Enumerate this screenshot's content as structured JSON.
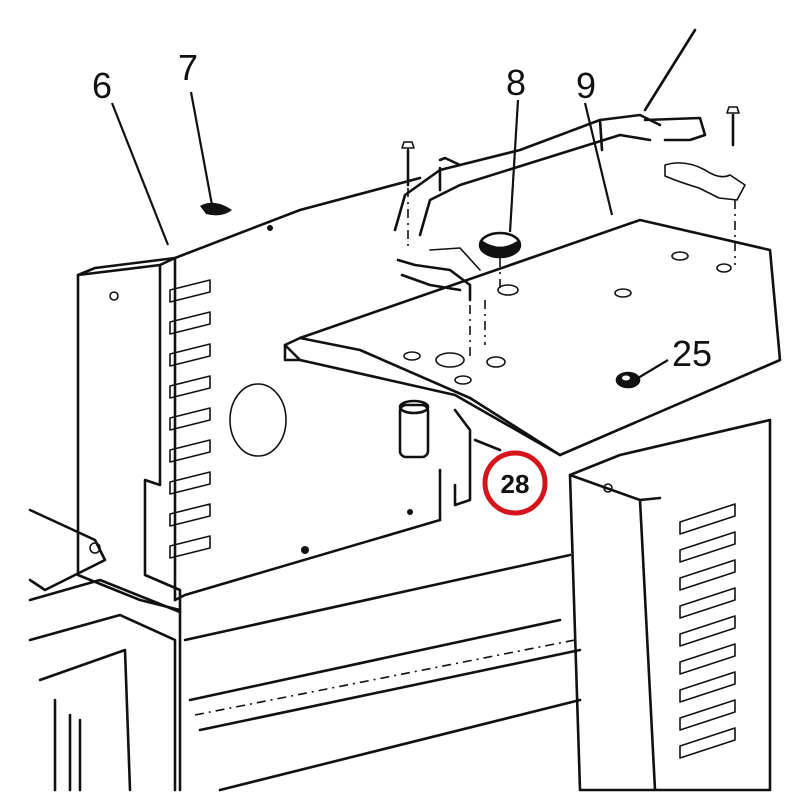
{
  "diagram": {
    "callouts": {
      "c6": "6",
      "c7": "7",
      "c8": "8",
      "c9": "9",
      "c25": "25",
      "c28": "28"
    },
    "highlight_color": "#d8141b"
  }
}
